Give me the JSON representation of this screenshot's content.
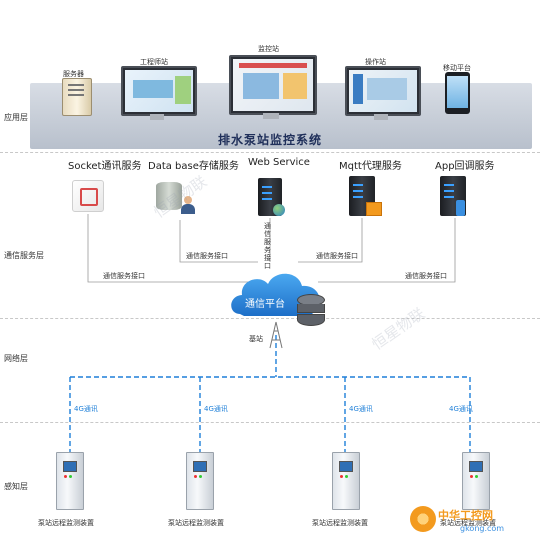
{
  "layers": {
    "application": "应用层",
    "comm_service": "通信服务层",
    "network": "网络层",
    "perception": "感知层"
  },
  "app_layer": {
    "server_label": "服务器",
    "engineer_station": "工程师站",
    "monitor_station": "监控站",
    "operator_station": "操作站",
    "mobile_platform": "移动平台",
    "system_title": "排水泵站监控系统"
  },
  "services": {
    "socket": "Socket通讯服务",
    "database": "Data base存储服务",
    "webservice": "Web Service",
    "mqtt": "Mqtt代理服务",
    "app_callback": "App回调服务"
  },
  "interface_label": "通信服务接口",
  "interface_label_vertical": "通信服务接口",
  "platform_label": "通信平台",
  "base_station": "基站",
  "link_label": "4G通讯",
  "device_label": "泵站远程监测装置",
  "watermark": {
    "left": "恒星物联",
    "right": "恒星物联",
    "brand": "中华工控网",
    "brand_url": "gkong.com"
  },
  "colors": {
    "accent_blue": "#1e7fd8",
    "banner_title": "#1f2f5a",
    "brand_orange": "#f39a1e"
  }
}
